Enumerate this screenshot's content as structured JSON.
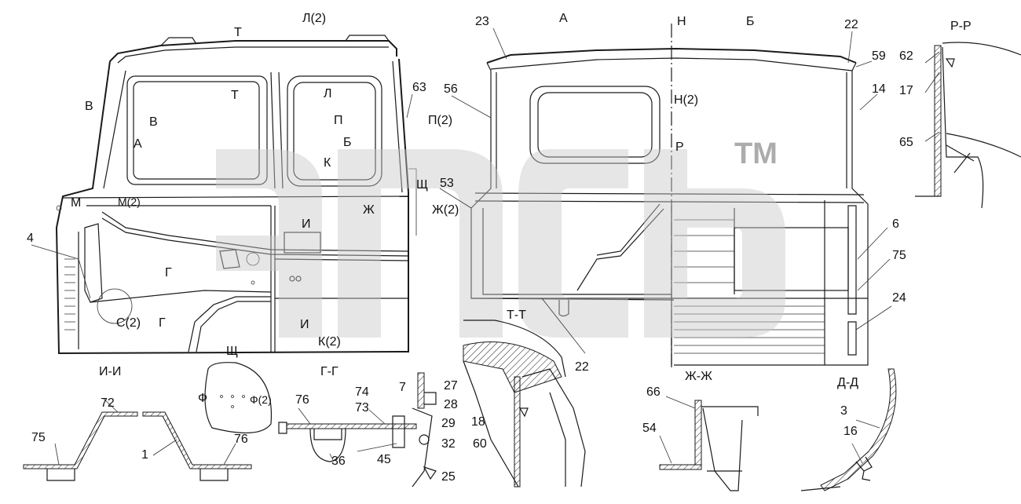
{
  "labels": {
    "T_top": "Т",
    "L2_top": "Л(2)",
    "T_mid": "Т",
    "L_mid": "Л",
    "V_left": "В",
    "V_in": "В",
    "A_left": "А",
    "P_in": "П",
    "B_in": "Б",
    "K_in": "К",
    "M": "М",
    "M2": "М(2)",
    "I_in": "И",
    "G_up": "Г",
    "G_low": "Г",
    "C2": "С(2)",
    "I_low": "И",
    "K2": "К(2)",
    "J_in": "Ж",
    "J2": "Ж(2)",
    "Shch_in": "Щ",
    "P2": "П(2)",
    "n4": "4",
    "n63": "63",
    "n56": "56",
    "n53": "53",
    "n23": "23",
    "A_top": "А",
    "H_top": "Н",
    "B_top": "Б",
    "n22_top": "22",
    "n59": "59",
    "n14": "14",
    "H2": "Н(2)",
    "R": "Р",
    "n6": "6",
    "n75_right": "75",
    "n24": "24",
    "RR": "Р-Р",
    "n62": "62",
    "n17": "17",
    "n65": "65",
    "II": "И-И",
    "n72": "72",
    "n75_left": "75",
    "n1": "1",
    "n76_ii": "76",
    "Shch_det": "Щ",
    "F": "Ф",
    "F2": "Ф(2)",
    "GG": "Г-Г",
    "n74": "74",
    "n73": "73",
    "n76_gg": "76",
    "n36": "36",
    "n45": "45",
    "n7": "7",
    "n27": "27",
    "n28": "28",
    "n29": "29",
    "n32": "32",
    "n25": "25",
    "TT": "Т-Т",
    "n22_tt": "22",
    "n18": "18",
    "n60": "60",
    "JJ": "Ж-Ж",
    "n66": "66",
    "n54": "54",
    "DD": "Д-Д",
    "n3": "3",
    "n16": "16"
  },
  "watermark": {
    "tm": "ТМ"
  }
}
